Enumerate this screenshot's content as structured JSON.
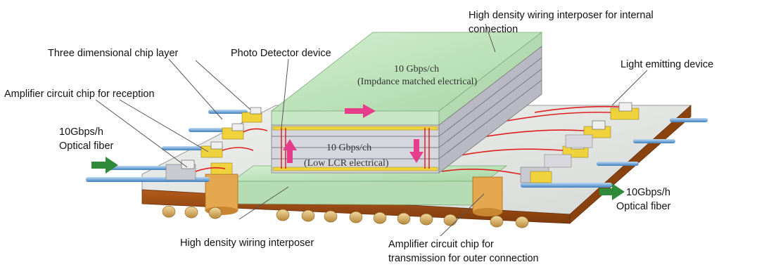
{
  "labels": {
    "interposer_internal_line1": "High density wiring interposer for internal",
    "interposer_internal_line2": "connection",
    "three_dimensional_chip_layer": "Three dimensional chip layer",
    "photo_detector_device": "Photo Detector device",
    "light_emitting_device": "Light emitting device",
    "amplifier_reception": "Amplifier circuit chip for reception",
    "optical_fiber_left_line1": "10Gbps/h",
    "optical_fiber_left_line2": "Optical fiber",
    "optical_fiber_right_line1": "10Gbps/h",
    "optical_fiber_right_line2": "Optical fiber",
    "interposer_bottom": "High density wiring interposer",
    "amplifier_transmission_line1": "Amplifier circuit chip for",
    "amplifier_transmission_line2": "transmission for outer connection"
  },
  "stack_labels": {
    "top_rate": "10 Gbps/ch",
    "top_desc": "(Impdance matched electrical)",
    "mid_rate": "10 Gbps/ch",
    "mid_desc": "(Low LCR electrical)"
  },
  "colors": {
    "substrate_top": "#e2e6e2",
    "substrate_side": "#9a4a12",
    "interposer_green": "#bfe3bf",
    "stack_layer": "#cfcfd8",
    "wire_red": "#e02020",
    "pad_yellow": "#f0d23c",
    "fiber_blue": "#5a9ad6",
    "arrow_green": "#2f8a3a",
    "arrow_pink": "#e63c8c"
  }
}
